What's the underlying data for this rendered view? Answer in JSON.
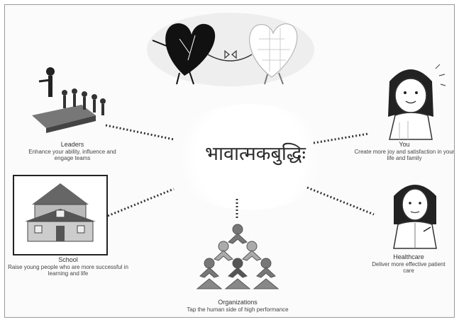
{
  "center": {
    "title": "भावात्मकबुद्धिः"
  },
  "nodes": {
    "leaders": {
      "title": "Leaders",
      "desc": "Enhance your ability, influence and engage teams"
    },
    "you": {
      "title": "You",
      "desc": "Create more joy and satisfaction in your life and family"
    },
    "school": {
      "title": "School",
      "desc": "Raise young people who are more successful in learning and life"
    },
    "healthcare": {
      "title": "Healthcare",
      "desc": "Deliver more effective patient care"
    },
    "organizations": {
      "title": "Organizations",
      "desc": "Tap the human side of high performance"
    }
  },
  "icons": [
    "hearts-handshake-icon",
    "leader-podium-icon",
    "woman-thinking-icon",
    "school-building-icon",
    "nurse-icon",
    "people-pyramid-icon"
  ]
}
